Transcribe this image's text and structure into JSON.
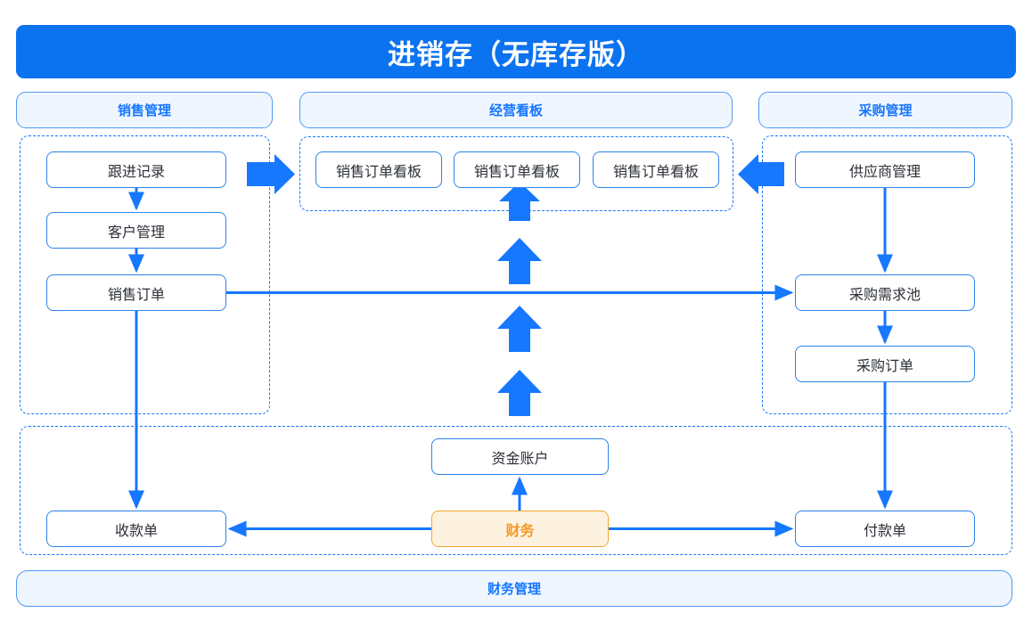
{
  "header": {
    "title": "进销存（无库存版）",
    "background_color": "#0b72f0",
    "text_color": "#ffffff"
  },
  "theme": {
    "primary_blue": "#1677ff",
    "node_border_blue": "#2b83ea",
    "section_fill": "#f0f6ff",
    "accent_orange": "#f59a23",
    "accent_fill": "#fdf2e0",
    "node_text": "#2b2f36",
    "canvas_background": "#ffffff"
  },
  "sections": {
    "sales": {
      "label": "销售管理",
      "nodes": [
        {
          "label": "跟进记录"
        },
        {
          "label": "客户管理"
        },
        {
          "label": "销售订单"
        }
      ]
    },
    "board": {
      "label": "经营看板",
      "nodes": [
        {
          "label": "销售订单看板"
        },
        {
          "label": "销售订单看板"
        },
        {
          "label": "销售订单看板"
        }
      ]
    },
    "purchasing": {
      "label": "采购管理",
      "nodes": [
        {
          "label": "供应商管理"
        },
        {
          "label": "采购需求池"
        },
        {
          "label": "采购订单"
        }
      ]
    },
    "finance": {
      "label": "财务管理",
      "nodes": [
        {
          "label": "收款单"
        },
        {
          "label": "资金账户"
        },
        {
          "label": "财务",
          "accent": true
        },
        {
          "label": "付款单"
        }
      ]
    }
  },
  "connectors": {
    "block_arrows": [
      {
        "name": "sales-to-board-arrow",
        "direction": "right"
      },
      {
        "name": "purchasing-to-board-arrow",
        "direction": "left"
      },
      {
        "name": "finance-to-board-arrow-1",
        "direction": "up"
      },
      {
        "name": "finance-to-board-arrow-2",
        "direction": "up"
      },
      {
        "name": "finance-to-board-arrow-3",
        "direction": "up"
      },
      {
        "name": "finance-to-board-arrow-4",
        "direction": "up"
      }
    ],
    "lines": [
      {
        "name": "follow-to-customer",
        "from": "跟进记录",
        "to": "客户管理"
      },
      {
        "name": "customer-to-salesorder",
        "from": "客户管理",
        "to": "销售订单"
      },
      {
        "name": "salesorder-to-demandpool",
        "from": "销售订单",
        "to": "采购需求池"
      },
      {
        "name": "salesorder-to-receipt",
        "from": "销售订单",
        "to": "收款单"
      },
      {
        "name": "supplier-to-demandpool",
        "from": "供应商管理",
        "to": "采购需求池"
      },
      {
        "name": "demandpool-to-purchaseorder",
        "from": "采购需求池",
        "to": "采购订单"
      },
      {
        "name": "purchaseorder-to-payment",
        "from": "采购订单",
        "to": "付款单"
      },
      {
        "name": "finance-to-fundaccount",
        "from": "财务",
        "to": "资金账户"
      },
      {
        "name": "finance-to-receipt",
        "from": "财务",
        "to": "收款单"
      },
      {
        "name": "finance-to-payment",
        "from": "财务",
        "to": "付款单"
      }
    ]
  }
}
